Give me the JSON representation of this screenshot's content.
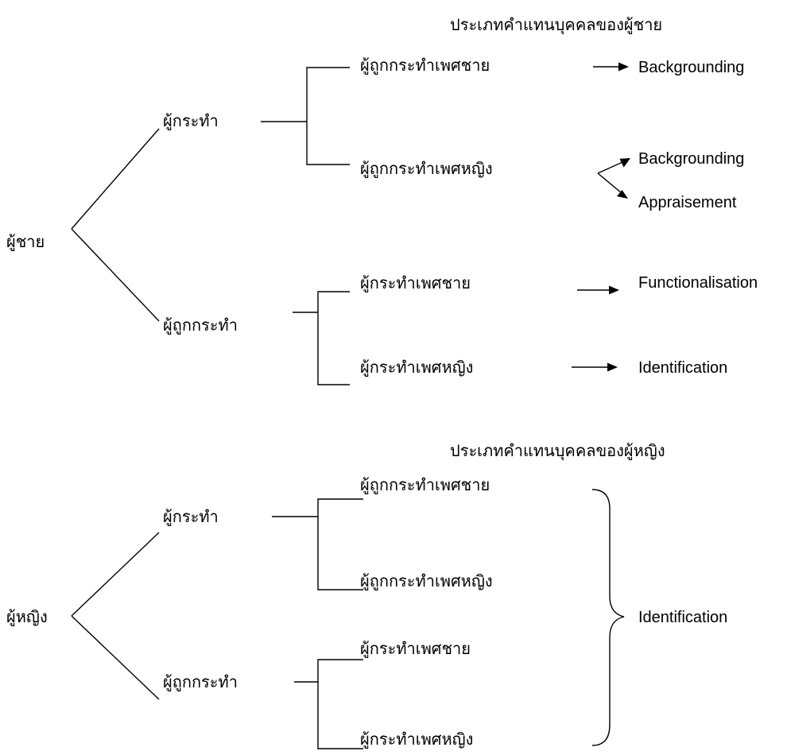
{
  "diagram_1": {
    "title": "ประเภทคำแทนบุคคลของผู้ชาย",
    "root": "ผู้ชาย",
    "branches": [
      {
        "label": "ผู้กระทำ",
        "children": [
          {
            "label": "ผู้ถูกกระทำเพศชาย",
            "outcomes": [
              "Backgrounding"
            ]
          },
          {
            "label": "ผู้ถูกกระทำเพศหญิง",
            "outcomes": [
              "Backgrounding",
              "Appraisement"
            ]
          }
        ]
      },
      {
        "label": "ผู้ถูกกระทำ",
        "children": [
          {
            "label": "ผู้กระทำเพศชาย",
            "outcomes": [
              "Functionalisation"
            ]
          },
          {
            "label": "ผู้กระทำเพศหญิง",
            "outcomes": [
              "Identification"
            ]
          }
        ]
      }
    ]
  },
  "diagram_2": {
    "title": "ประเภทคำแทนบุคคลของผู้หญิง",
    "root": "ผู้หญิง",
    "branches": [
      {
        "label": "ผู้กระทำ",
        "children": [
          {
            "label": "ผู้ถูกกระทำเพศชาย"
          },
          {
            "label": "ผู้ถูกกระทำเพศหญิง"
          }
        ]
      },
      {
        "label": "ผู้ถูกกระทำ",
        "children": [
          {
            "label": "ผู้กระทำเพศชาย"
          },
          {
            "label": "ผู้กระทำเพศหญิง"
          }
        ]
      }
    ],
    "grouped_outcome": "Identification"
  }
}
